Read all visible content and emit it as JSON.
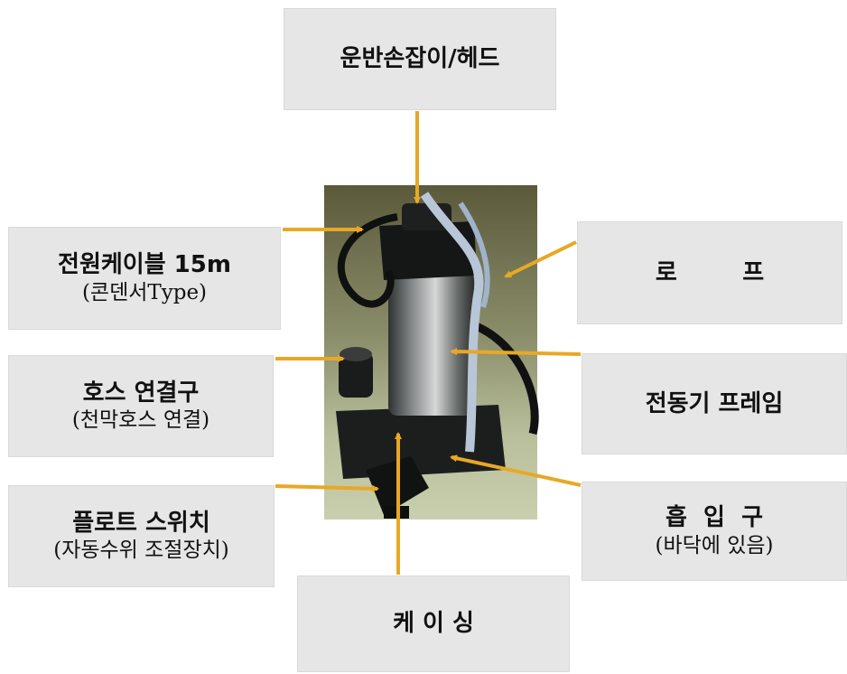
{
  "labels": {
    "head": {
      "main": "운반손잡이/헤드"
    },
    "power_cable": {
      "main": "전원케이블 15m",
      "sub": "(콘덴서Type)"
    },
    "hose": {
      "main": "호스 연결구",
      "sub": "(천막호스 연결)"
    },
    "float_switch": {
      "main": "플로트 스위치",
      "sub": "(자동수위 조절장치)"
    },
    "casing": {
      "main": "케 이 싱"
    },
    "rope": {
      "main": "로        프"
    },
    "motor_frame": {
      "main": "전동기 프레임"
    },
    "intake": {
      "main": "흡  입  구",
      "sub": "(바닥에 있음)"
    }
  },
  "colors": {
    "arrow": "#e8a825",
    "box": "#e6e6e6"
  },
  "photo": {
    "subject": "submersible-pump-photo"
  }
}
